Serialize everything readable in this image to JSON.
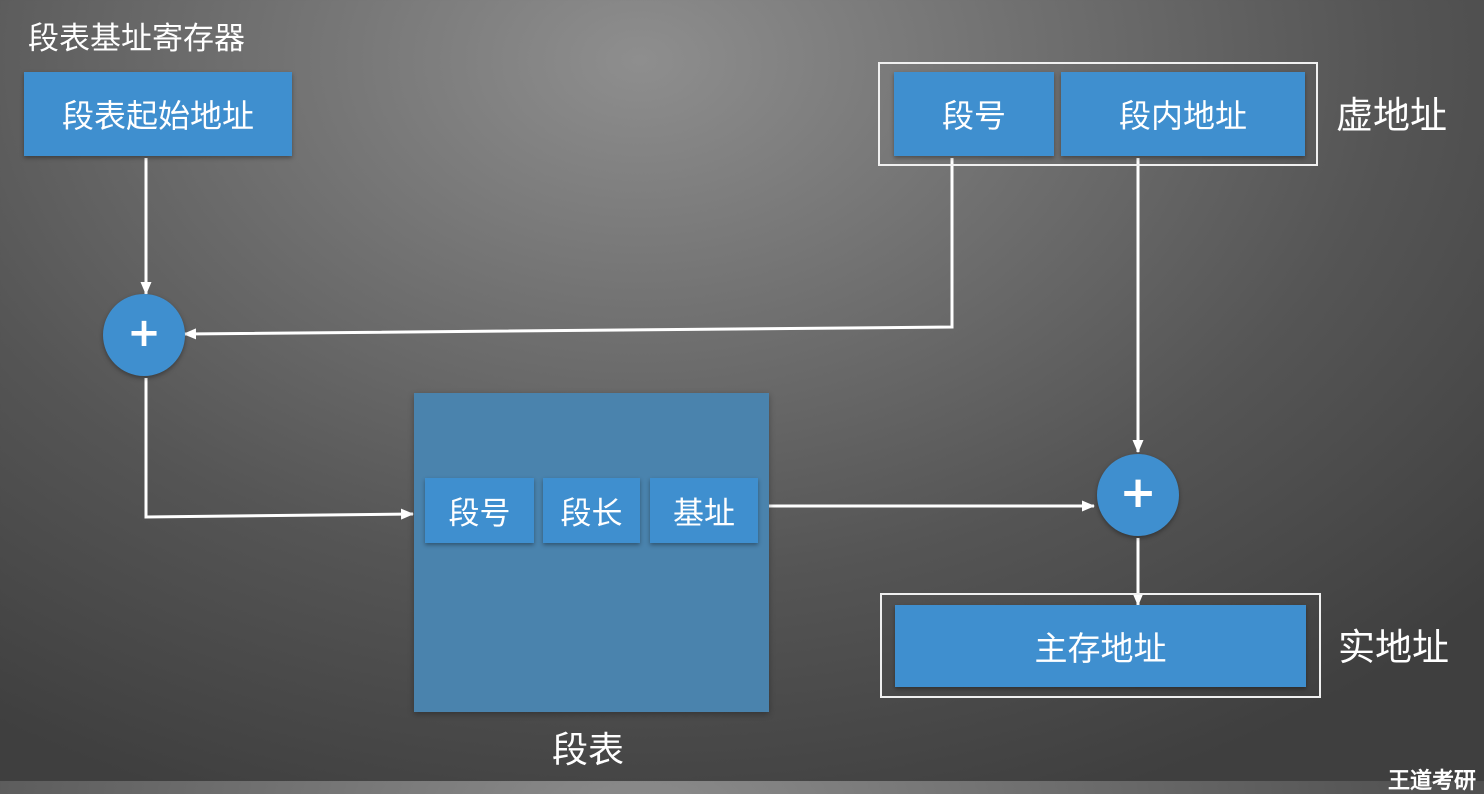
{
  "register": {
    "title": "段表基址寄存器",
    "value": "段表起始地址"
  },
  "virtual_address": {
    "fields": [
      "段号",
      "段内地址"
    ],
    "label": "虚地址"
  },
  "segment_table": {
    "fields": [
      "段号",
      "段长",
      "基址"
    ],
    "label": "段表"
  },
  "physical_address": {
    "value": "主存地址",
    "label": "实地址"
  },
  "adders": {
    "symbol": "+"
  },
  "colors": {
    "box": "#3f8fcf",
    "table": "#4a83ad",
    "line": "#ffffff"
  },
  "watermark": "王道考研"
}
